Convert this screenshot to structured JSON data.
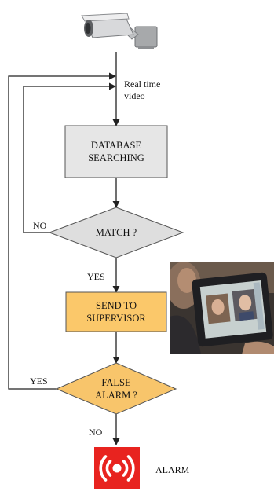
{
  "diagram": {
    "camera_caption": "Real time\nvideo",
    "nodes": {
      "database": "DATABASE\nSEARCHING",
      "match": "MATCH ?",
      "supervisor": "SEND TO\nSUPERVISOR",
      "false_alarm": "FALSE\nALARM ?",
      "alarm": "ALARM"
    },
    "edges": {
      "match_no": "NO",
      "match_yes": "YES",
      "false_alarm_yes": "YES",
      "false_alarm_no": "NO"
    },
    "icons": {
      "camera": "security-camera-icon",
      "alarm": "alarm-siren-icon",
      "photo": "face-recognition-tablet-photo"
    },
    "colors": {
      "process_gray": "#e6e6e6",
      "decision_gray": "#dedede",
      "process_orange": "#fbc86a",
      "decision_orange": "#f8c56b",
      "alarm_red": "#e8231f"
    }
  }
}
